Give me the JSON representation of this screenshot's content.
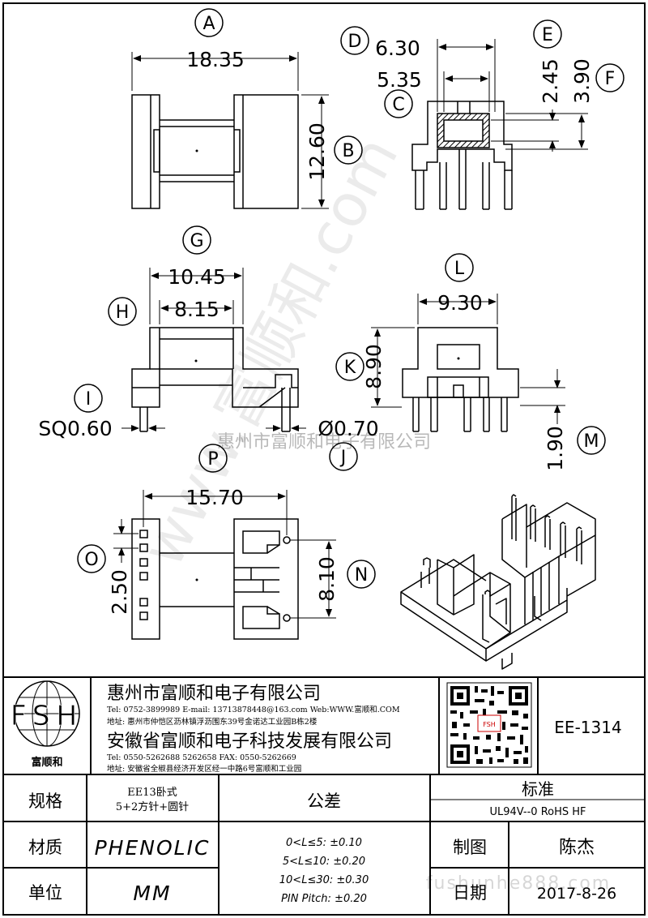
{
  "dimensions": {
    "A": {
      "label": "A",
      "value": "18.35"
    },
    "B": {
      "label": "B",
      "value": "12.60"
    },
    "C": {
      "label": "C"
    },
    "D": {
      "label": "D",
      "value": "6.30"
    },
    "D2": {
      "value": "5.35"
    },
    "E": {
      "label": "E",
      "value": "2.45"
    },
    "F": {
      "label": "F",
      "value": "3.90"
    },
    "G": {
      "label": "G",
      "value": "10.45"
    },
    "G2": {
      "value": "8.15"
    },
    "H": {
      "label": "H"
    },
    "I": {
      "label": "I",
      "value": "SQ0.60"
    },
    "J": {
      "label": "J",
      "value": "Ø0.70"
    },
    "K": {
      "label": "K",
      "value": "8.90"
    },
    "L": {
      "label": "L",
      "value": "9.30"
    },
    "M": {
      "label": "M",
      "value": "1.90"
    },
    "N": {
      "label": "N",
      "value": "8.10"
    },
    "O": {
      "label": "O",
      "value": "2.50"
    },
    "P": {
      "label": "P",
      "value": "15.70"
    }
  },
  "watermarks": {
    "diagonal": "www.富顺和.com",
    "center": "惠州市富顺和电子有限公司",
    "footer": "fushunhe888.com"
  },
  "logo": {
    "letters": "FSH",
    "name": "富顺和"
  },
  "company": {
    "name1": "惠州市富顺和电子有限公司",
    "tel1": "Tel:   0752-3899989   E-mail: 13713878448@163.com   Web:WWW.富顺和.COM",
    "addr1": "地址: 惠州市仲恺区沥林镇浮沥围东39号金诺达工业园B栋2楼",
    "name2": "安徽省富顺和电子科技发展有限公司",
    "tel2": "Tel:   0550-5262688   5262658      FAX:  0550-5262669",
    "addr2": "地址: 安徽省全椒县经济开发区经一中路6号富顺和工业园"
  },
  "part_number": "EE-1314",
  "table": {
    "spec_label": "规格",
    "spec_line1": "EE13卧式",
    "spec_line2": "5+2方针+圆针",
    "tolerance_label": "公差",
    "standard_label": "标准",
    "standard_value": "UL94V--0  RoHS HF",
    "material_label": "材质",
    "material_value": "PHENOLIC",
    "tol1": "0<L≤5: ±0.10",
    "tol2": "5<L≤10: ±0.20",
    "tol3": "10<L≤30: ±0.30",
    "tol4": "PIN Pitch: ±0.20",
    "drawn_label": "制图",
    "drawn_value": "陈杰",
    "unit_label": "单位",
    "unit_value": "MM",
    "date_label": "日期",
    "date_value": "2017-8-26"
  }
}
